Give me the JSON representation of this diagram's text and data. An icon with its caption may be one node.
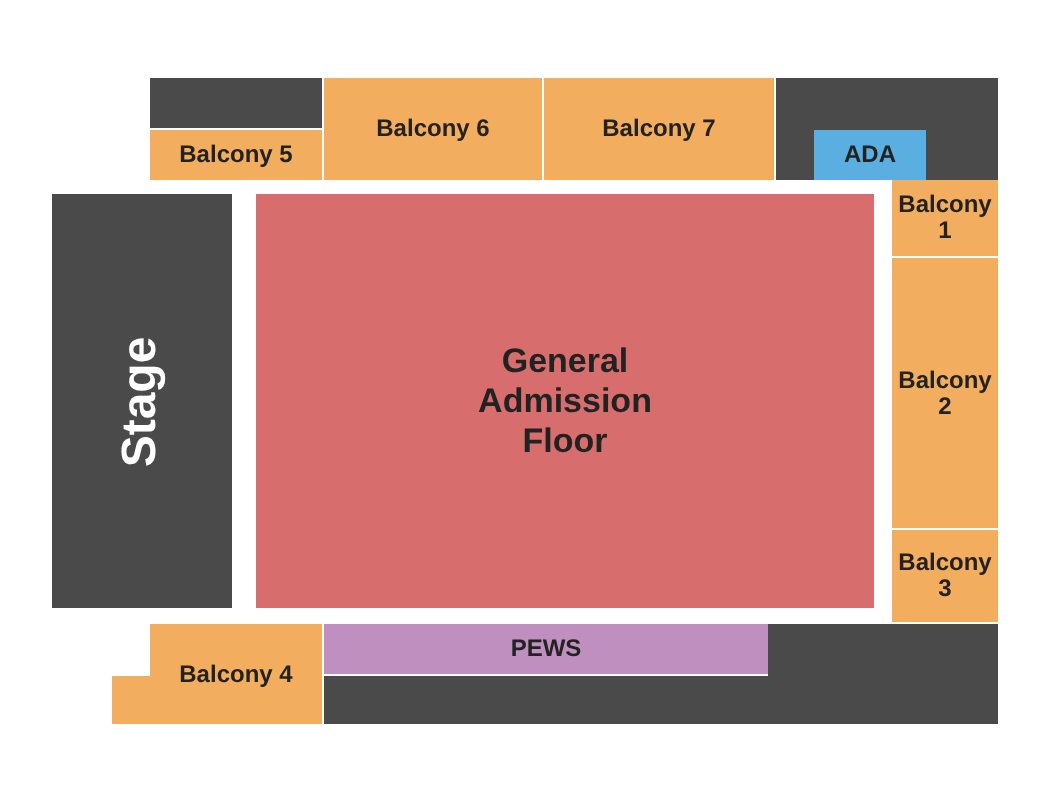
{
  "diagram": {
    "nodes": [
      {
        "text": [],
        "shape": "box"
      },
      {
        "text": [
          "Balcony 6"
        ]
      },
      {
        "text": [
          "Balcony 7"
        ]
      },
      {
        "text": [],
        "shape": "box"
      },
      {
        "text": [
          "Balcony 5"
        ]
      },
      {
        "text": [
          "ADA"
        ],
        "in": 3
      },
      {
        "text": [
          "Balcony 1"
        ]
      },
      {
        "text": [
          "Stage"
        ]
      },
      {
        "text": [
          "General Admission Floor"
        ]
      },
      {
        "text": [
          "Balcony 2"
        ]
      },
      {
        "text": [
          "Balcony 3"
        ]
      },
      {
        "text": [
          "Balcony 4"
        ]
      },
      {
        "text": [
          "PEWS"
        ]
      },
      {
        "text": [],
        "shape": "box"
      }
    ]
  }
}
